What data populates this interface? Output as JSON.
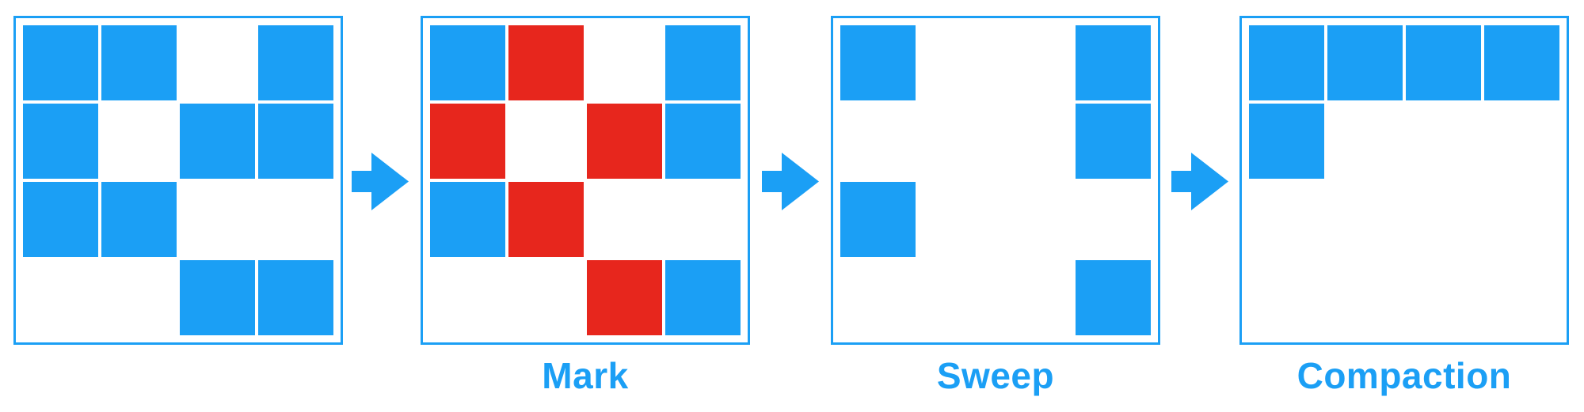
{
  "colors": {
    "blue": "#1b9ff5",
    "red": "#e7261d",
    "background": "#ffffff"
  },
  "arrow": {
    "direction": "right",
    "count": 3
  },
  "stages": [
    {
      "label": "",
      "grid": [
        [
          "blue",
          "blue",
          "empty",
          "blue"
        ],
        [
          "blue",
          "empty",
          "blue",
          "blue"
        ],
        [
          "blue",
          "blue",
          "empty",
          "empty"
        ],
        [
          "empty",
          "empty",
          "blue",
          "blue"
        ]
      ]
    },
    {
      "label": "Mark",
      "grid": [
        [
          "blue",
          "red",
          "empty",
          "blue"
        ],
        [
          "red",
          "empty",
          "red",
          "blue"
        ],
        [
          "blue",
          "red",
          "empty",
          "empty"
        ],
        [
          "empty",
          "empty",
          "red",
          "blue"
        ]
      ]
    },
    {
      "label": "Sweep",
      "grid": [
        [
          "blue",
          "empty",
          "empty",
          "blue"
        ],
        [
          "empty",
          "empty",
          "empty",
          "blue"
        ],
        [
          "blue",
          "empty",
          "empty",
          "empty"
        ],
        [
          "empty",
          "empty",
          "empty",
          "blue"
        ]
      ]
    },
    {
      "label": "Compaction",
      "grid": [
        [
          "blue",
          "blue",
          "blue",
          "blue"
        ],
        [
          "blue",
          "empty",
          "empty",
          "empty"
        ],
        [
          "empty",
          "empty",
          "empty",
          "empty"
        ],
        [
          "empty",
          "empty",
          "empty",
          "empty"
        ]
      ]
    }
  ]
}
